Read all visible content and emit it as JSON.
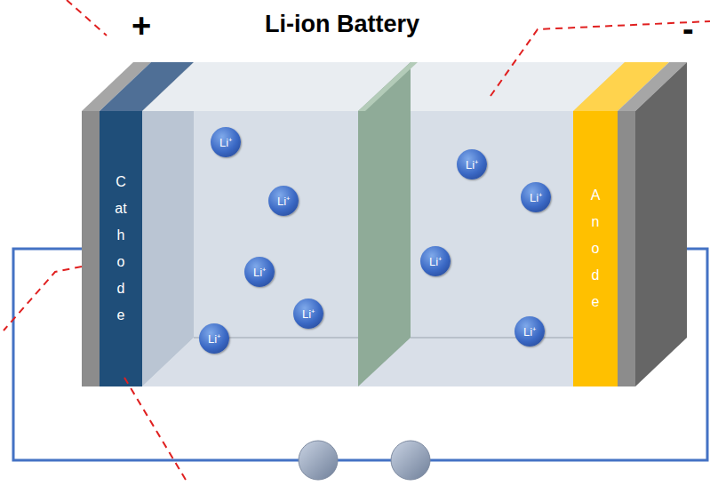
{
  "diagram": {
    "title": "Li-ion Battery",
    "nodes": [
      {
        "text": [
          "Cathode"
        ]
      },
      {
        "text": [
          "Li⁺"
        ]
      },
      {
        "text": [
          "Li⁺"
        ]
      },
      {
        "text": [
          "Li⁺"
        ]
      },
      {
        "text": [
          "Li⁺"
        ]
      },
      {
        "text": [
          "Li⁺"
        ]
      },
      {
        "text": [
          "Li⁺"
        ]
      },
      {
        "text": [
          "Li⁺"
        ]
      },
      {
        "text": [
          "Li⁺"
        ]
      },
      {
        "text": [
          "Li⁺"
        ]
      },
      {
        "text": [
          "Anode"
        ]
      }
    ],
    "edges": [
      {
        "from": 0,
        "to": 10,
        "arrow": "none"
      }
    ],
    "labels": [
      "+",
      "-"
    ]
  }
}
